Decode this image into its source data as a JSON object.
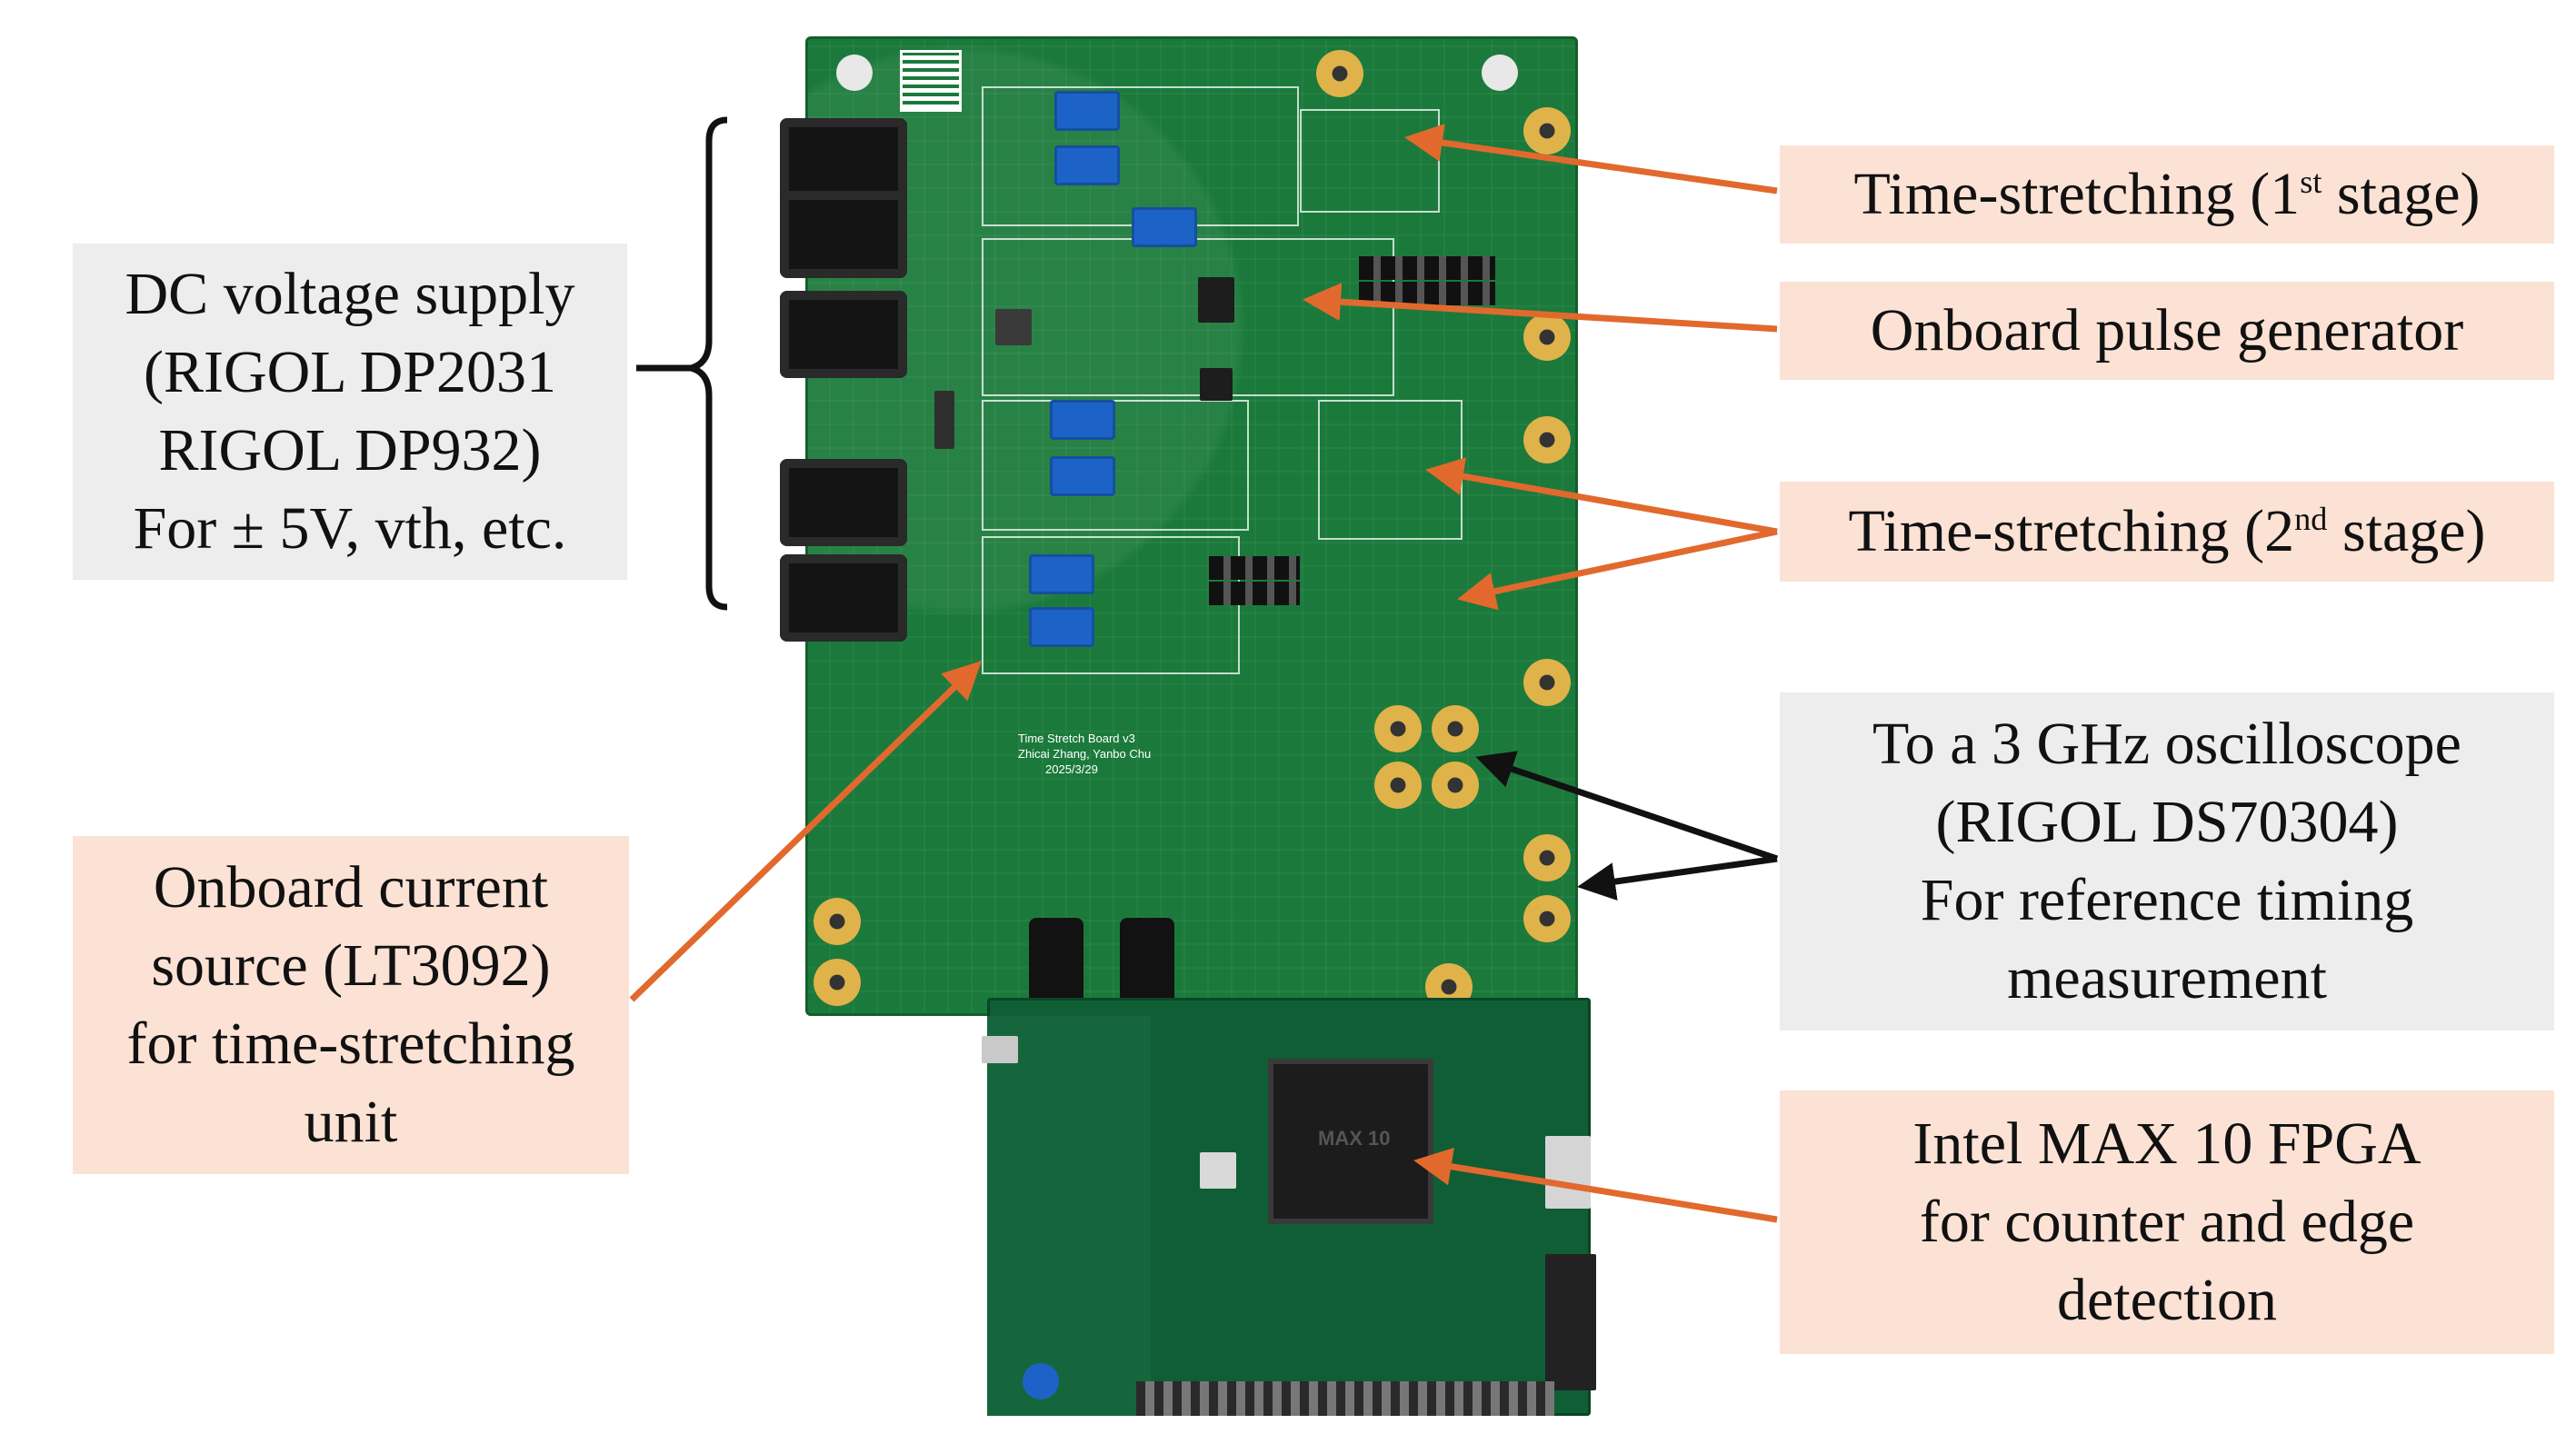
{
  "annotations": {
    "dc_supply": {
      "lines": [
        "DC voltage supply",
        "(RIGOL DP2031",
        "RIGOL DP932)",
        "For ± 5V, vth, etc."
      ]
    },
    "current_source": {
      "lines": [
        "Onboard current",
        "source (LT3092)",
        "for time-stretching",
        "unit"
      ]
    },
    "ts_stage1": {
      "prefix": "Time-stretching (1",
      "sup": "st",
      "suffix": " stage)"
    },
    "pulse_gen": {
      "text": "Onboard pulse generator"
    },
    "ts_stage2": {
      "prefix": "Time-stretching (2",
      "sup": "nd",
      "suffix": " stage)"
    },
    "oscilloscope": {
      "lines": [
        "To a 3 GHz oscilloscope",
        "(RIGOL DS70304)",
        "For reference timing",
        "measurement"
      ]
    },
    "fpga": {
      "lines": [
        "Intel MAX 10 FPGA",
        "for counter and edge",
        "detection"
      ]
    }
  },
  "colors": {
    "accent_arrow": "#e2692d",
    "black_arrow": "#111111",
    "peach_box": "#fbe2d5",
    "gray_box": "#ededed",
    "pcb_green": "#1b7a3b"
  },
  "board_silkscreen": {
    "title": "Time Stretch Board v3",
    "authors": "Zhicai Zhang, Yanbo Chu",
    "date": "2025/3/29",
    "fpga_marking": "MAX 10"
  }
}
